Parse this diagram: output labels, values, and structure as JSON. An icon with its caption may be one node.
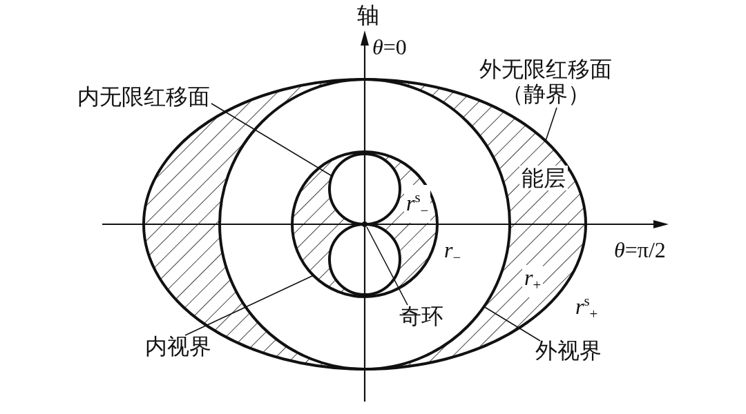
{
  "diagram": {
    "nodes": [
      {
        "text": [
          "内无限红移面"
        ]
      },
      {
        "text": [
          "外无限红移面（静界）"
        ]
      },
      {
        "text": [
          "奇环"
        ],
        "in": 6
      },
      {
        "text": [
          "内视界"
        ]
      },
      {
        "text": [
          "外视界"
        ]
      },
      {
        "text": [],
        "shape": "ellipse"
      },
      {
        "text": [],
        "shape": "circle",
        "in": 5
      },
      {
        "text": [],
        "shape": "circle",
        "in": 6
      },
      {
        "text": [],
        "shape": "circle",
        "in": 7
      },
      {
        "text": [],
        "shape": "circle",
        "in": 8
      }
    ],
    "edges": [
      {
        "from": 0,
        "to": 8,
        "arrow": "none"
      },
      {
        "from": 1,
        "to": 5,
        "arrow": "none"
      },
      {
        "from": 2,
        "to": 9,
        "arrow": "none"
      },
      {
        "from": 3,
        "to": 7,
        "arrow": "none"
      },
      {
        "from": 4,
        "to": 6,
        "arrow": "none"
      }
    ],
    "labels": [
      "轴",
      "*θ*=0",
      "能层",
      "*r*$^{s}$$_{−}$",
      "*r*$_{−}$",
      "*θ*=π/2",
      "*r*$_{+}$",
      "*r*$^{s}$$_{+}$"
    ]
  }
}
